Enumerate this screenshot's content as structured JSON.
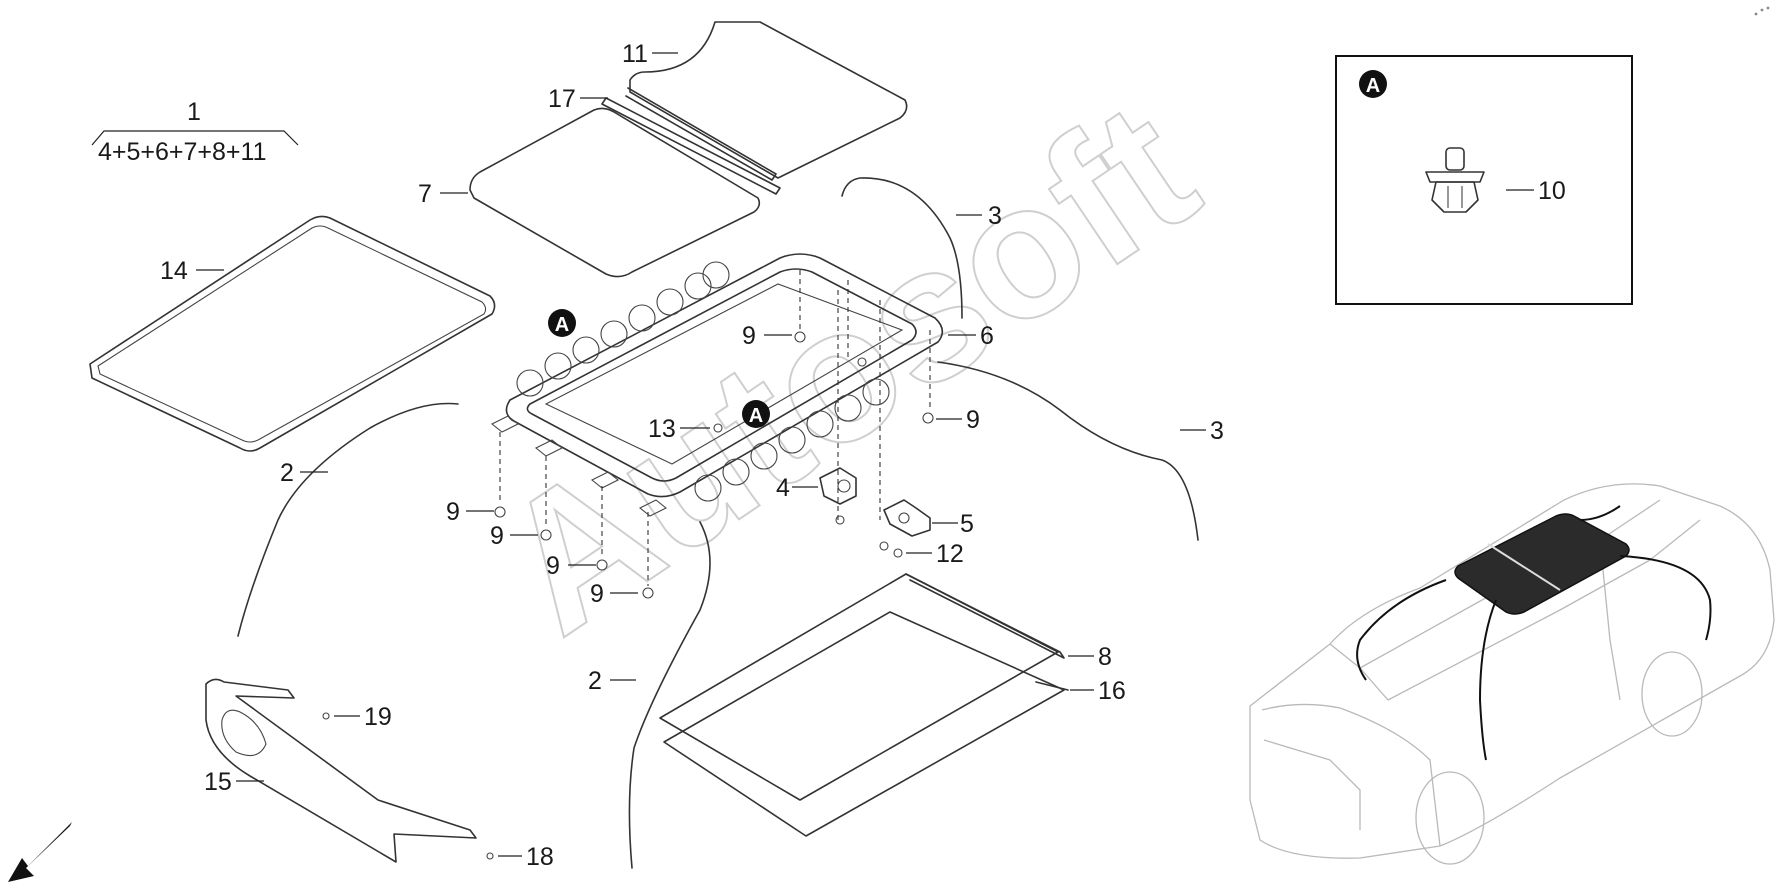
{
  "assembly": {
    "number": "1",
    "formula": "4+5+6+7+8+11"
  },
  "callouts": {
    "c2a": "2",
    "c2b": "2",
    "c3a": "3",
    "c3b": "3",
    "c4": "4",
    "c5": "5",
    "c6": "6",
    "c7": "7",
    "c8": "8",
    "c9a": "9",
    "c9b": "9",
    "c9c": "9",
    "c9d": "9",
    "c9e": "9",
    "c9f": "9",
    "c10": "10",
    "c11": "11",
    "c12": "12",
    "c13": "13",
    "c14": "14",
    "c15": "15",
    "c16": "16",
    "c17": "17",
    "c18": "18",
    "c19": "19"
  },
  "detail_marker": "A",
  "detail_view": {
    "marker": "A",
    "part": "10"
  },
  "watermark": "Autosoft",
  "icons": {
    "direction": "front-arrow-icon",
    "vehicle": "vehicle-location-icon"
  },
  "colors": {
    "line": "#333333",
    "watermark": "#cfcfcf",
    "car": "#b9b9b9",
    "glass": "#2b2b2b"
  }
}
